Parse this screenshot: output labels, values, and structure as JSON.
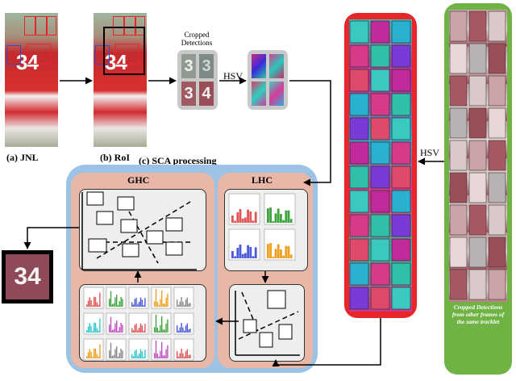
{
  "captions": {
    "jnl": "(a) JNL",
    "roi": "(b) RoI",
    "sca": "(c) SCA processing",
    "ghc": "GHC",
    "lhc": "LHC",
    "cropped_detections": "Cropped Detections",
    "hsv_top": "HSV",
    "hsv_right": "HSV",
    "tracklet_caption": "Cropped Detections from other frames of the same tracklet"
  },
  "jersey_number": "34",
  "colors": {
    "red_column": "#e8262a",
    "green_column": "#6fb344",
    "sca_blue": "#9cc3e6",
    "sca_pink": "#e8b7a8",
    "inner_panel": "#eeeeee",
    "bbox_red": "#e8262a",
    "bbox_blue": "#3050c8"
  },
  "histogram_colors": [
    "#e05555",
    "#3fa33f",
    "#4a5ad8",
    "#f0a020",
    "#888888",
    "#30c8d0",
    "#c050c0"
  ]
}
